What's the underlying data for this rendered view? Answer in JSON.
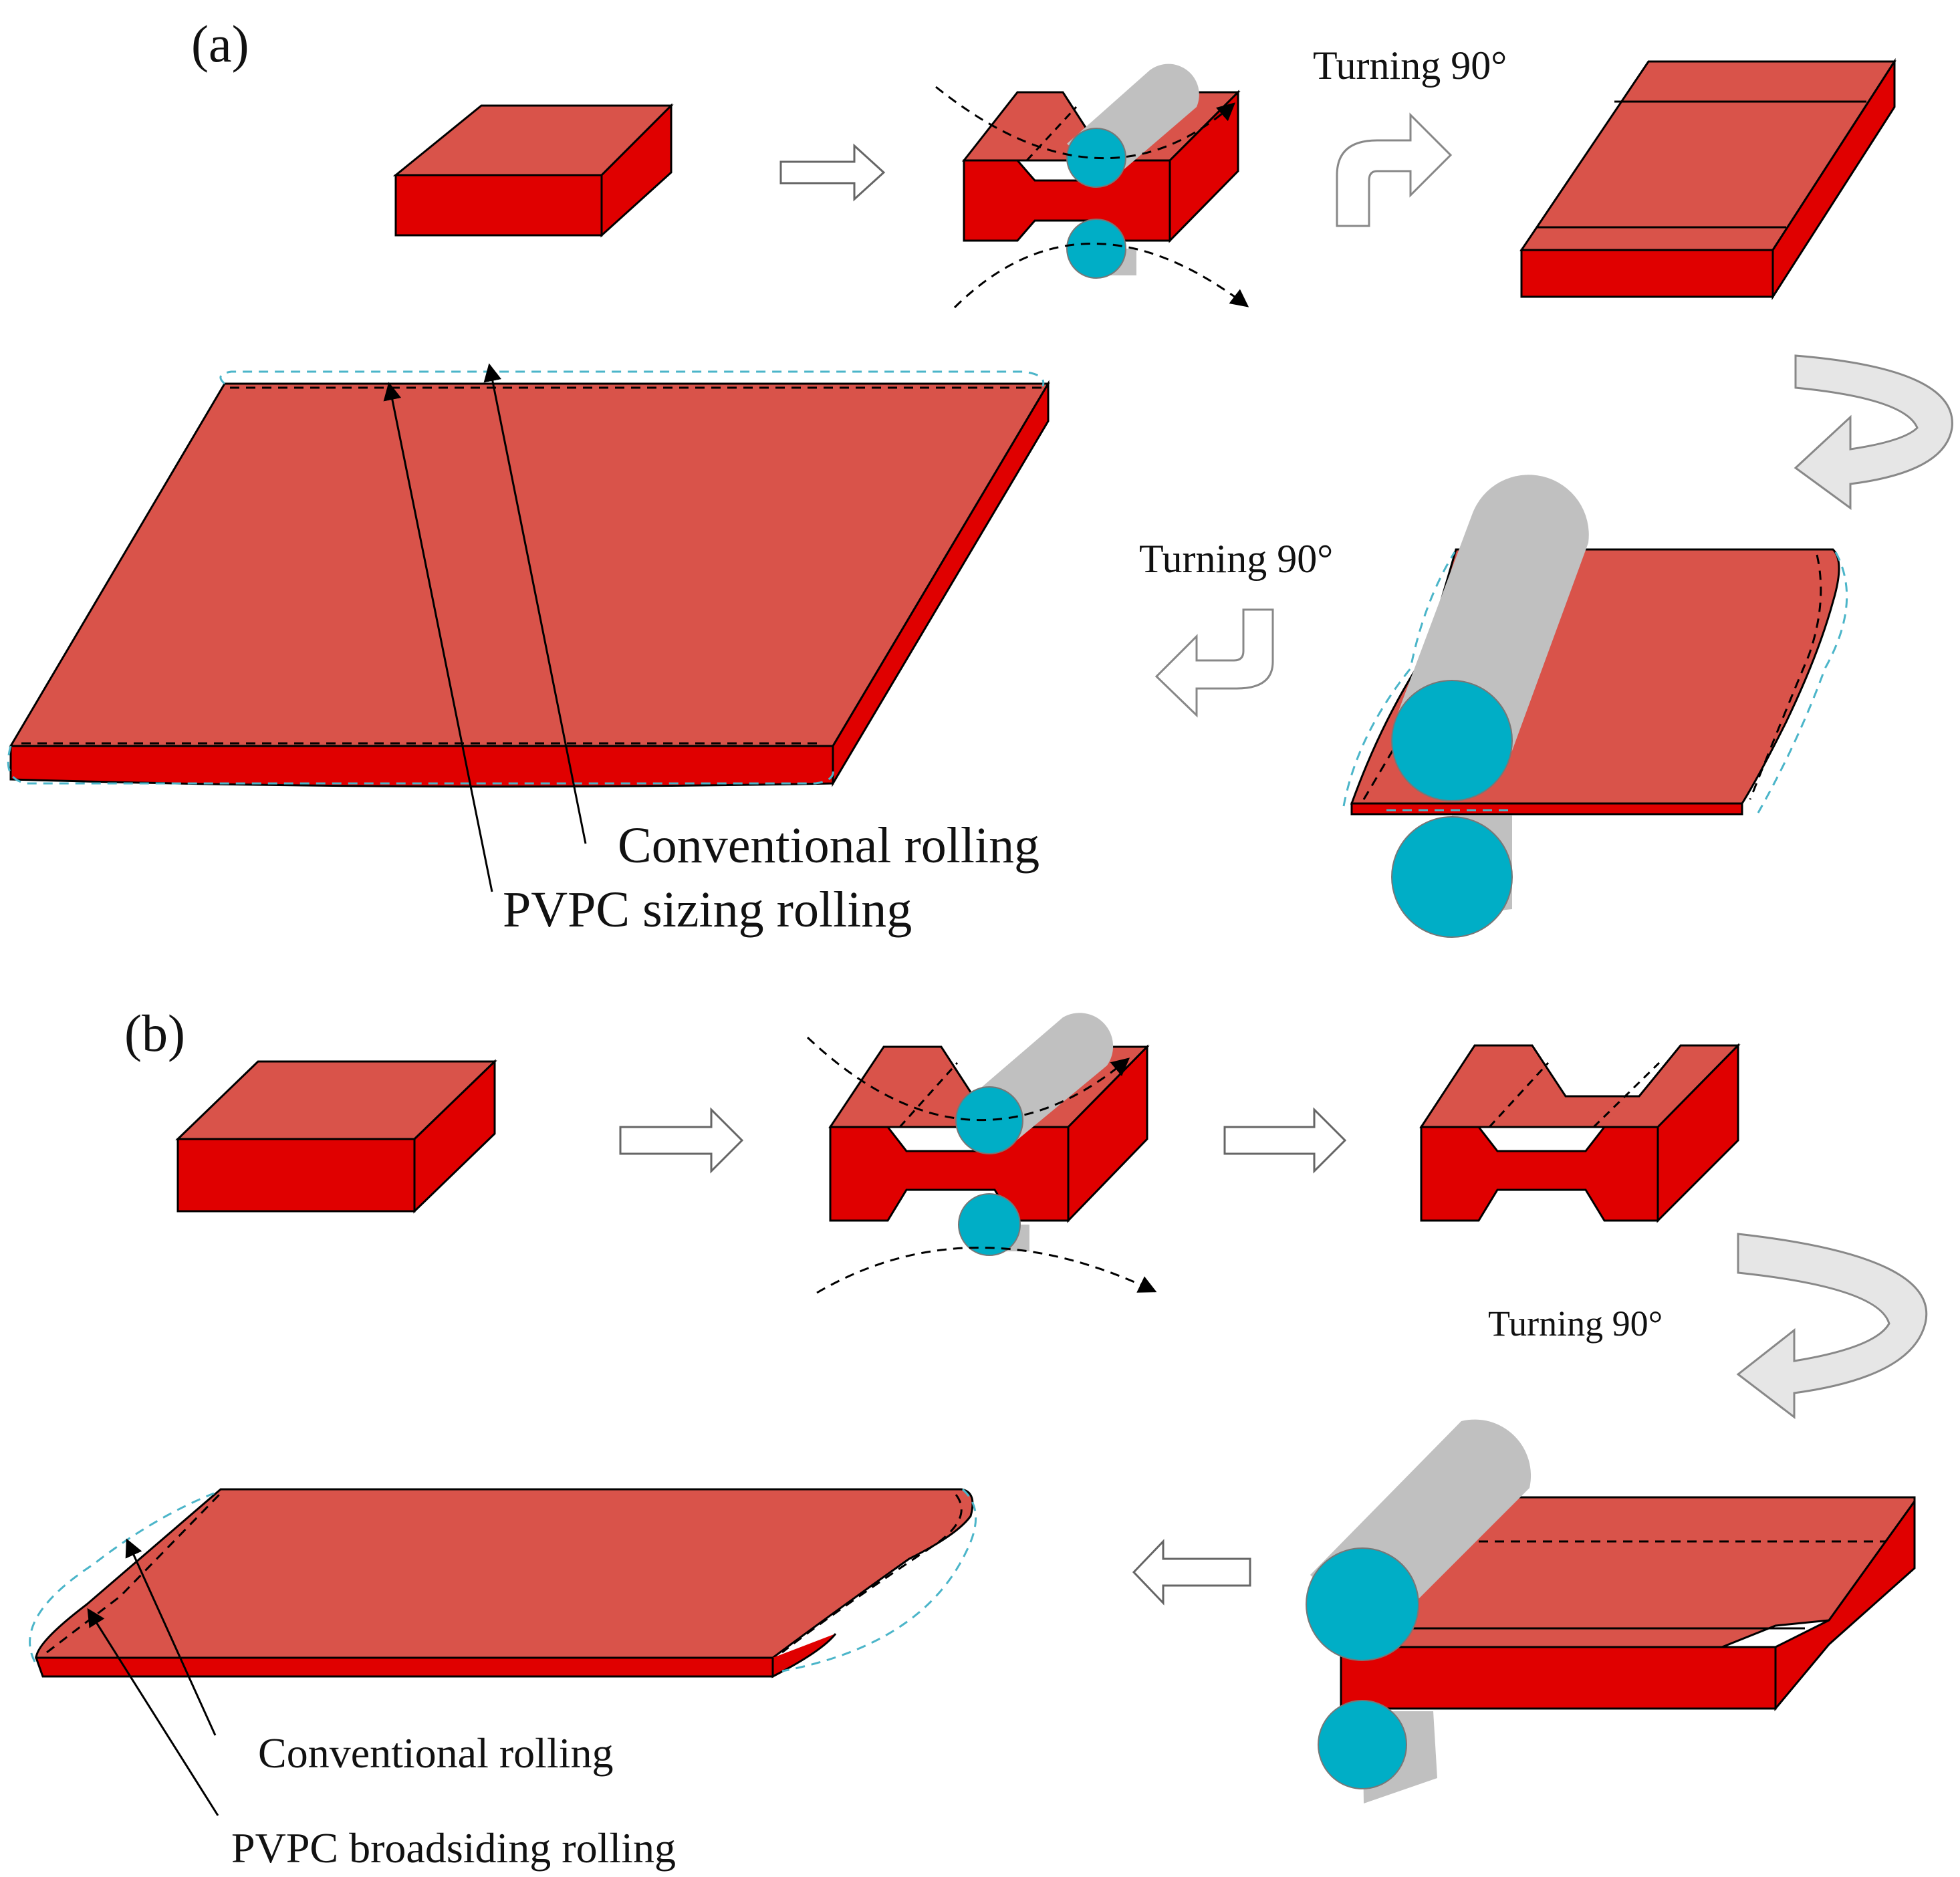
{
  "panels": {
    "a": {
      "label": "(a)",
      "turn_label_top": "Turning 90°",
      "turn_label_mid": "Turning 90°",
      "annotation_conventional": "Conventional rolling",
      "annotation_pvpc": "PVPC sizing rolling"
    },
    "b": {
      "label": "(b)",
      "turn_label": "Turning 90°",
      "annotation_conventional": "Conventional rolling",
      "annotation_pvpc": "PVPC broadsiding rolling"
    }
  },
  "colors": {
    "slab_top": "#d9534a",
    "slab_side": "#e00000",
    "roll_end": "#00aec6",
    "roll_body": "#c0c0c0",
    "outline_dashed": "#4bb5c9"
  }
}
